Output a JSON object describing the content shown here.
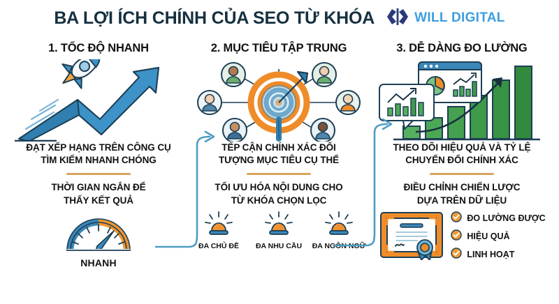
{
  "header": {
    "title": "BA LỢI ÍCH CHÍNH CỦA SEO TỪ KHÓA",
    "brand_name": "WILL DIGITAL",
    "brand_color": "#3d9ee0",
    "title_color": "#16303f",
    "logo_color": "#2a3a7a"
  },
  "theme": {
    "blue": "#3a87b8",
    "orange": "#ef8c2a",
    "green": "#4aa85a",
    "divider": "#d9a45c",
    "connector": "#4f9cc4",
    "text": "#111111"
  },
  "columns": [
    {
      "heading": "1. TỐC ĐỘ NHANH",
      "art": "rocket-growth-arrow",
      "text_primary": "ĐẠT XẾP HẠNG TRÊN CÔNG CỤ\nTÌM KIẾM NHANH CHÓNG",
      "text_secondary": "THỜI GIAN NGẮN ĐỂ\nTHẤY KẾT QUẢ",
      "footer_type": "gauge",
      "gauge_label": "NHANH"
    },
    {
      "heading": "2. MỤC TIÊU TẬP TRUNG",
      "art": "target-magnifier-audience",
      "text_primary": "TẾP CẬN CHÍNH XÁC ĐỐI\nTƯỢNG MỤC TIÊU CỤ THỂ",
      "text_secondary": "TỐI ƯU HÓA NỘI DUNG CHO\nTỪ KHÓA CHỌN LỌC",
      "footer_type": "sirens",
      "sirens": [
        {
          "label": "ĐA CHỦ ĐỀ"
        },
        {
          "label": "ĐA NHU CẦU"
        },
        {
          "label": "ĐA NGÔN NGỮ"
        }
      ]
    },
    {
      "heading": "3. DỄ DÀNG ĐO LƯỜNG",
      "art": "growth-bar-chart-dashboard",
      "text_primary": "THEO DÕI HIỆU QUẢ VÀ TỶ LỆ\nCHUYỂN ĐỔI CHÍNH XÁC",
      "text_secondary": "ĐIỀU CHỈNH CHIẾN LƯỢC\nDỰA TRÊN DỮ LIỆU",
      "footer_type": "certificate",
      "checklist": [
        {
          "label": "ĐO LƯỜNG ĐƯỢC"
        },
        {
          "label": "HIỆU QUẢ"
        },
        {
          "label": "LINH HOẠT"
        }
      ]
    }
  ]
}
